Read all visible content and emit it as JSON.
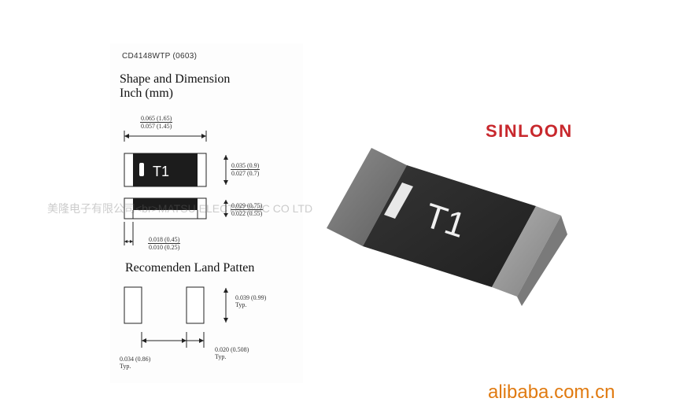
{
  "spec_sheet": {
    "model": "CD4148WTP (0603)",
    "heading_line1": "Shape and Dimension",
    "heading_line2": "Inch (mm)",
    "length_top": "0.065 (1.65)",
    "length_bottom": "0.057 (1.45)",
    "marking": "T1",
    "height_top": "0.035 (0.9)",
    "height_bottom": "0.027 (0.7)",
    "side_height_top": "0.029 (0.75)",
    "side_height_bottom": "0.022 (0.55)",
    "terminal_top": "0.018 (0.45)",
    "terminal_bottom": "0.010 (0.25)",
    "land_heading": "Recomenden Land Patten",
    "pad_height": "0.039 (0.99)",
    "pad_height_typ": "Typ.",
    "pad_gap": "0.034 (0.86)",
    "pad_gap_typ": "Typ.",
    "pad_width": "0.020 (0.508)",
    "pad_width_typ": "Typ."
  },
  "brand": "SINLOON",
  "photo_marking": "T1",
  "watermark": "美隆电子有限公司<br>MATSU ELECTRONIC CO LTD",
  "footer": "alibaba.com.cn",
  "colors": {
    "brand": "#c8282d",
    "footer": "#e07a10",
    "chip_body": "#2a2a2a",
    "chip_end": "#9a9a9a"
  }
}
